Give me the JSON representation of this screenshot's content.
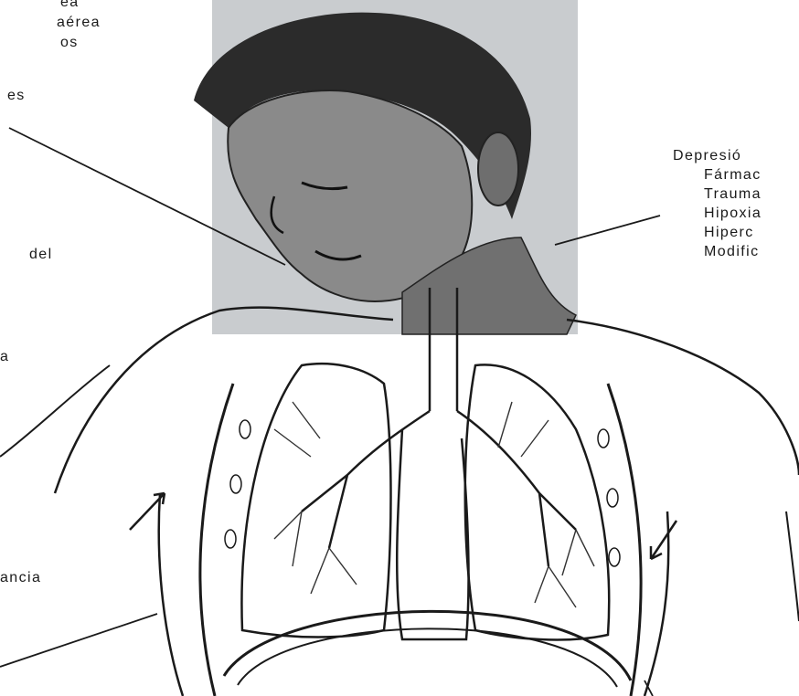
{
  "labels_left": [
    "ea",
    "aérea",
    "os",
    "es",
    "del",
    "a",
    "ancia"
  ],
  "labels_right": {
    "heading": "Depresió",
    "items": [
      "Fármac",
      "Trauma",
      "Hipoxia",
      "Hiperc",
      "Modific"
    ]
  },
  "illustration": {
    "subject": "head-neck-and-lungs-anatomy",
    "head_panel_color": "#c9cccf",
    "ink_color": "#1a1a1a"
  }
}
